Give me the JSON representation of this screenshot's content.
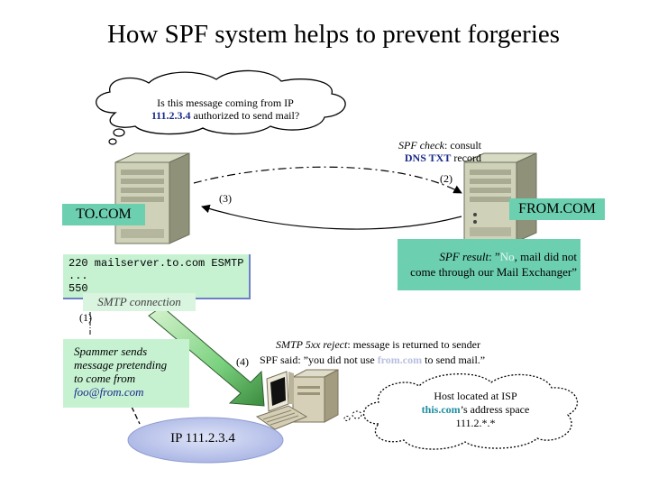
{
  "title": "How SPF system helps to prevent forgeries",
  "cloud_question": {
    "line1": "Is this message coming from IP",
    "ip": "111.2.3.4",
    "line2_rest": " authorized to send mail?"
  },
  "spf_check": {
    "label": "SPF check",
    "text1": ": consult",
    "dns": "DNS TXT",
    "text2": " record"
  },
  "steps": {
    "s1": "(1)",
    "s2": "(2)",
    "s3": "(3)",
    "s4": "(4)"
  },
  "to_com": "TO.COM",
  "from_com": "FROM.COM",
  "spf_result": {
    "label": "SPF result",
    "quote_open": ": ”",
    "no": "No",
    "text1": ", mail did not",
    "line2": "come through our Mail Exchanger”"
  },
  "smtp_session": {
    "line1": "220 mailserver.to.com ESMTP",
    "line2": "...",
    "line3": "550"
  },
  "smtp_connection": "SMTP  connection",
  "spammer": {
    "line1": "Spammer sends",
    "line2": "message pretending",
    "line3": "to come from",
    "email": "foo@from.com"
  },
  "reject": {
    "label": "SMTP 5xx reject",
    "text": ": message is returned to sender",
    "said_prefix": "SPF said:  ”you did not use ",
    "domain": "from.com",
    "said_suffix": " to send mail.”"
  },
  "isp_cloud": {
    "line1": "Host located at ISP",
    "domain": "this.com",
    "line2_rest": "’s address space",
    "line3": "111.2.*.*"
  },
  "ip_ellipse": "IP 111.2.3.4",
  "colors": {
    "teal_box": "#6ccfb0",
    "green_box": "#c6f2d2",
    "navy_text": "#1a2a8a",
    "ellipse_fill": "#b9c3e8",
    "arrow_green": "#7bd27f"
  }
}
